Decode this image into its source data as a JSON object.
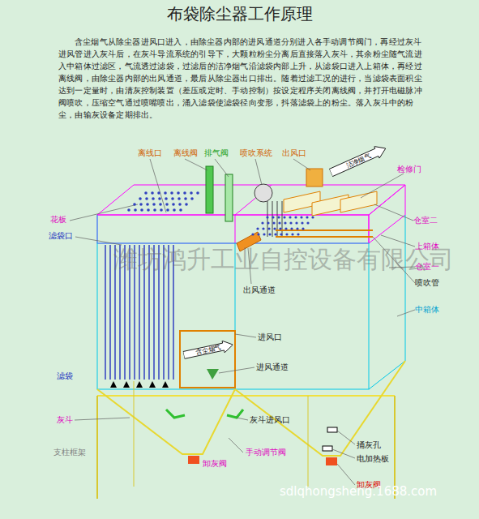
{
  "diagram": {
    "title": "布袋除尘器工作原理",
    "nodes": [
      {
        "text": [
          "洁净烟气"
        ]
      },
      {
        "text": [
          "含尘烟气"
        ]
      }
    ],
    "labels": [
      "含尘烟气从除尘器进风口进入，由除尘器内部的进风通道分别进入各手动调节阀门，再经过灰斗进风管进入灰斗后，在灰斗导流系统的引导下，大颗粒粉尘分离后直接落入灰斗，其余粉尘随气流进入中箱体过滤区，气流透过滤袋，过滤后的洁净烟气沿滤袋内部上升，从滤袋口进入上箱体，再经过离线阀，由除尘器内部的出风通道，最后从除尘器出口排出。随着过滤工况的进行，当滤袋表面积尘达到一定量时，由清灰控制装置（差压或定时、手动控制）按设定程序关闭离线阀，并打开电磁脉冲阀喷吹，压缩空气通过喷嘴喷出，涌入滤袋使滤袋径向变形，抖落滤袋上的粉尘。落入灰斗中的粉尘，由输灰设备定期排出。",
      "离线口",
      "离线阀",
      "排气阀",
      "喷吹系统",
      "出风口",
      "检修门",
      "仓室二",
      "上箱体",
      "仓室一",
      "喷吹管",
      "中箱体",
      "花板",
      "滤袋口",
      "出风通道",
      "进风口",
      "进风通道",
      "滤袋",
      "灰斗",
      "支柱框架",
      "卸灰阀",
      "灰斗进风口",
      "手动调节阀",
      "捅灰孔",
      "电加热板",
      "卸灰阀",
      "潍坊鸿升工业自控设备有限公司",
      "sdlqhongsheng.1688.com"
    ]
  }
}
